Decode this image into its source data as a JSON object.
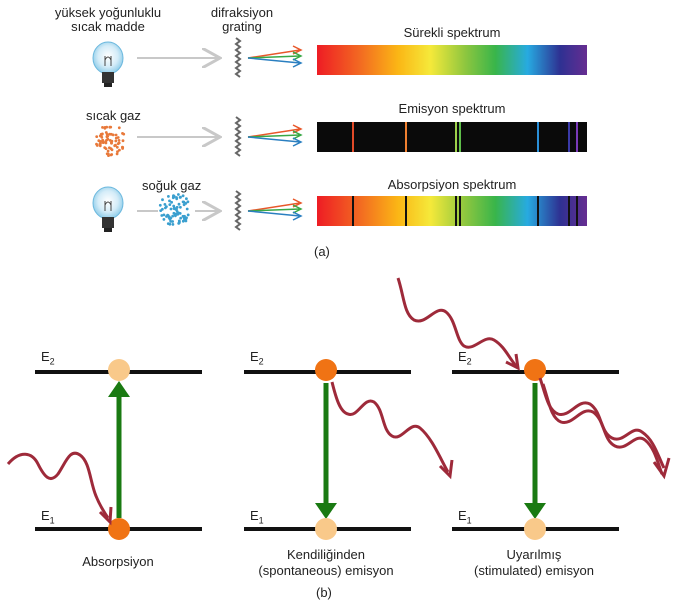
{
  "part_a": {
    "label": "(a)",
    "sources": {
      "hot_dense": "yüksek yoğunluklu\nsıcak madde",
      "hot_gas": "sıcak gaz",
      "cold_gas": "soğuk gaz"
    },
    "grating_label": "difraksiyon\ngrating",
    "spectra": {
      "continuous": "Sürekli spektrum",
      "emission": "Emisyon spektrum",
      "absorption": "Absorpsiyon spektrum"
    }
  },
  "part_b": {
    "label": "(b)",
    "levels": {
      "upper": "E",
      "upper_sub": "2",
      "lower": "E",
      "lower_sub": "1"
    },
    "panels": [
      {
        "caption_line1": "Absorpsiyon",
        "caption_line2": ""
      },
      {
        "caption_line1": "Kendiliğinden",
        "caption_line2": "(spontaneous) emisyon"
      },
      {
        "caption_line1": "Uyarılmış",
        "caption_line2": "(stimulated) emisyon"
      }
    ]
  },
  "colors": {
    "level_line": "#111111",
    "arrow_green": "#1a7a12",
    "photon": "#9e2a3a",
    "excited_dot": "#f07314",
    "ground_dot": "#f9c98a",
    "hot_gas_dots": "#e8793a",
    "cold_gas_dots": "#3a9fcf"
  },
  "icons": {
    "lightbulb": "lightbulb-icon",
    "grating": "grating-icon",
    "hot_gas": "hot-gas-cloud-icon",
    "cold_gas": "cold-gas-cloud-icon"
  }
}
